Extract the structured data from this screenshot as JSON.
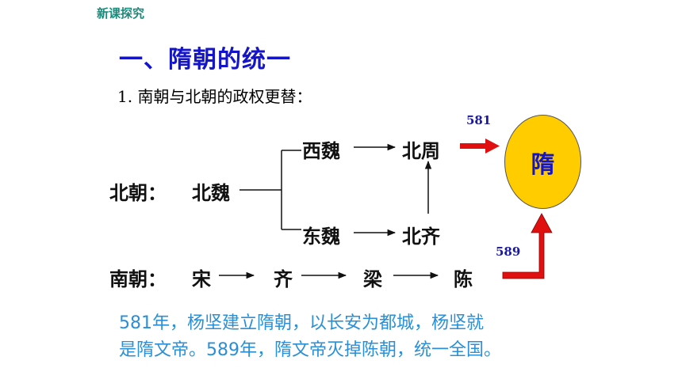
{
  "header": {
    "section_tag": "新课探究"
  },
  "title": "一、隋朝的统一",
  "subtitle": "1. 南朝与北朝的政权更替：",
  "diagram": {
    "north_label": "北朝：",
    "north_origin": "北魏",
    "west_wei": "西魏",
    "east_wei": "东魏",
    "north_zhou": "北周",
    "north_qi": "北齐",
    "south_label": "南朝：",
    "song": "宋",
    "qi": "齐",
    "liang": "梁",
    "chen": "陈",
    "year_zhou_to_sui": "581",
    "year_chen_to_sui": "589",
    "sui": "隋",
    "colors": {
      "sui_fill": "#ffcc00",
      "sui_text": "#1414c8",
      "arrow_red": "#e01010"
    }
  },
  "summary": {
    "line1": "581年，杨坚建立隋朝，以长安为都城，杨坚就",
    "line2": "是隋文帝。589年，隋文帝灭掉陈朝，统一全国。"
  }
}
